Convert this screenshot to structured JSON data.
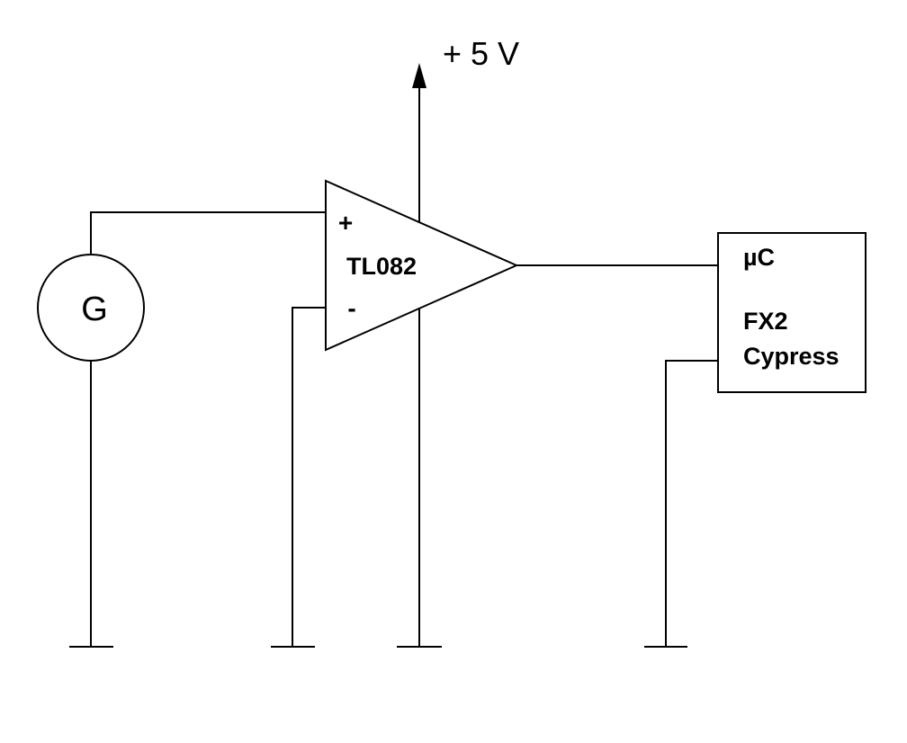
{
  "supply": {
    "label": "+ 5 V"
  },
  "generator": {
    "label": "G"
  },
  "opamp": {
    "name": "TL082",
    "plus_label": "+",
    "minus_label": "-"
  },
  "microcontroller": {
    "line1": "µC",
    "line2": "FX2",
    "line3": "Cypress"
  },
  "colors": {
    "stroke": "#000000",
    "background": "#ffffff"
  }
}
